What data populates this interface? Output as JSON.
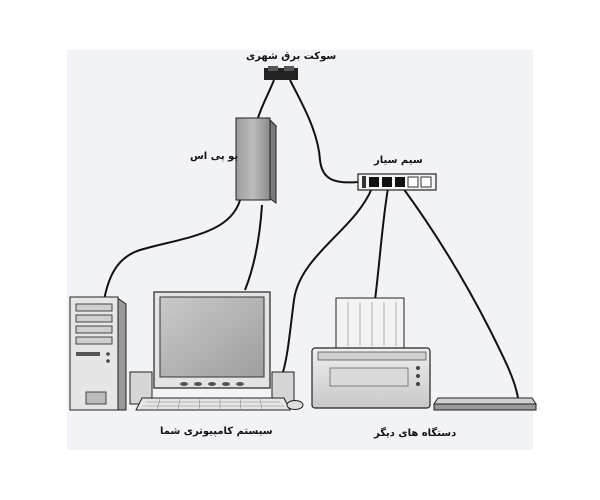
{
  "labels": {
    "wall_socket": "سوکت برق شهری",
    "ups": "یو پی اس",
    "power_strip": "سیم سیار",
    "your_computer": "سیستم کامپیوتری شما",
    "other_devices": "دستگاه های دیگر"
  },
  "colors": {
    "background": "#f1f3f6",
    "cable": "#111111",
    "device_light": "#e8e8e8",
    "device_mid": "#bdbdbd",
    "device_dark": "#8a8a8a"
  }
}
